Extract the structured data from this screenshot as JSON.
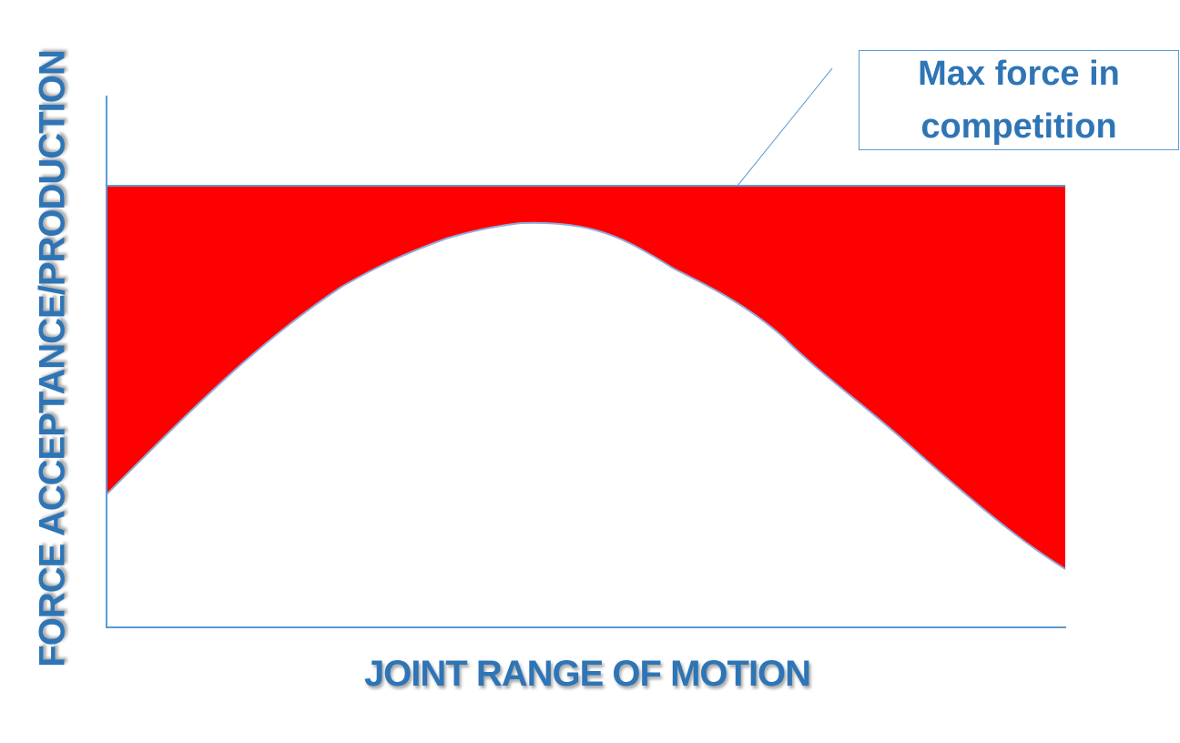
{
  "labels": {
    "x_axis": "JOINT RANGE OF MOTION",
    "y_axis": "FORCE ACCEPTANCE/PRODUCTION",
    "callout": "Max force in competition"
  },
  "colors": {
    "axis": "#5b9bd5",
    "text": "#2e75b6",
    "fill": "#ff0000",
    "curve": "#8faadc"
  }
}
